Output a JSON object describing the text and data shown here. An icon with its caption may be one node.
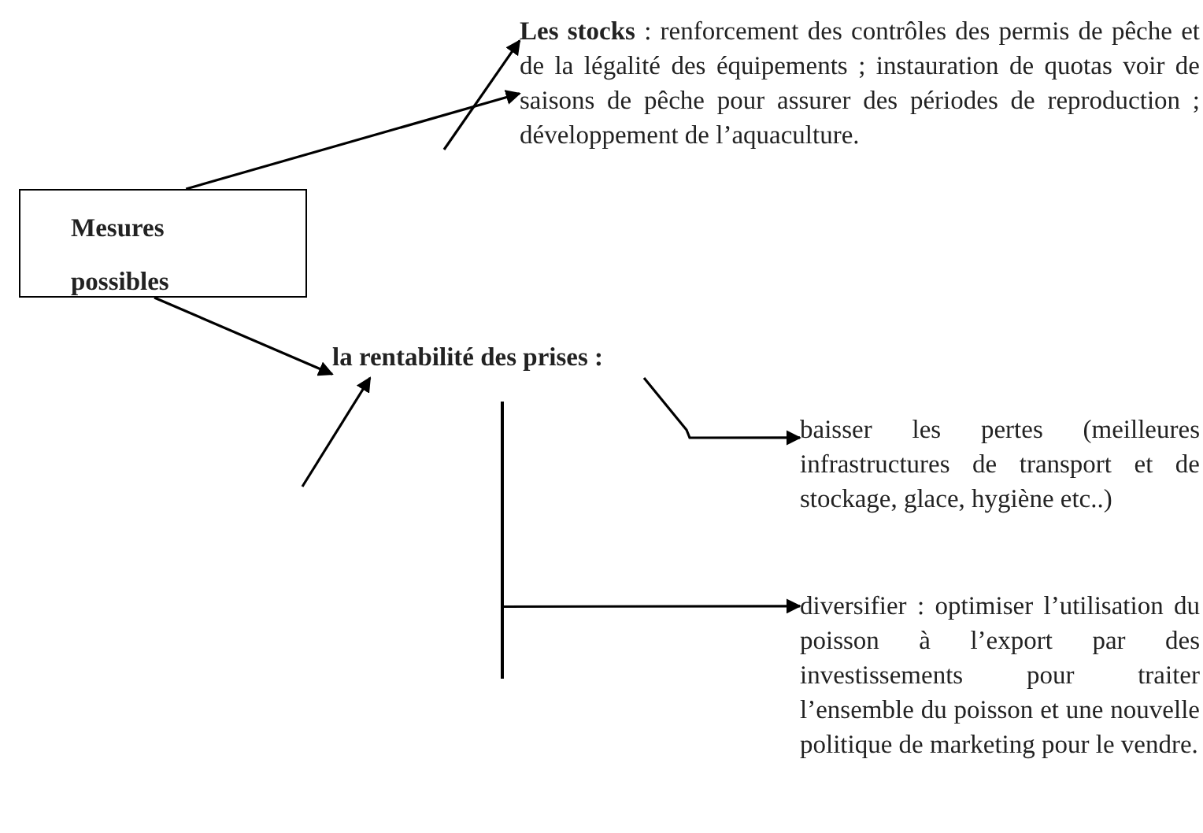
{
  "diagram": {
    "nodes": [
      {
        "text": [
          "Mesures possibles"
        ]
      },
      {
        "text": [
          "**Les stocks** : renforcement des contrôles des permis de pêche et de la légalité des équipements ; instauration de quotas voir de saisons de pêche pour assurer des périodes de reproduction ; développement de l’aquaculture."
        ]
      },
      {
        "text": [
          "la rentabilité des prises :"
        ]
      },
      {
        "text": [
          "baisser les pertes (meilleures infrastructures de transport et de stockage, glace, hygiène etc..)"
        ]
      },
      {
        "text": [
          "diversifier : optimiser l’utilisation du poisson à l’export par des investissements pour traiter l’ensemble du poisson et une nouvelle politique de marketing pour le vendre."
        ]
      },
      {
        "text": [],
        "shape": "bar"
      }
    ],
    "edges": [
      {
        "from": 0,
        "to": 1,
        "arrow": "to"
      },
      {
        "from": null,
        "to": 1,
        "arrow": "to"
      },
      {
        "from": 0,
        "to": 2,
        "arrow": "to"
      },
      {
        "from": null,
        "to": 2,
        "arrow": "to"
      },
      {
        "from": 2,
        "to": 3,
        "arrow": "to"
      },
      {
        "from": 5,
        "to": 4,
        "arrow": "to"
      }
    ]
  }
}
